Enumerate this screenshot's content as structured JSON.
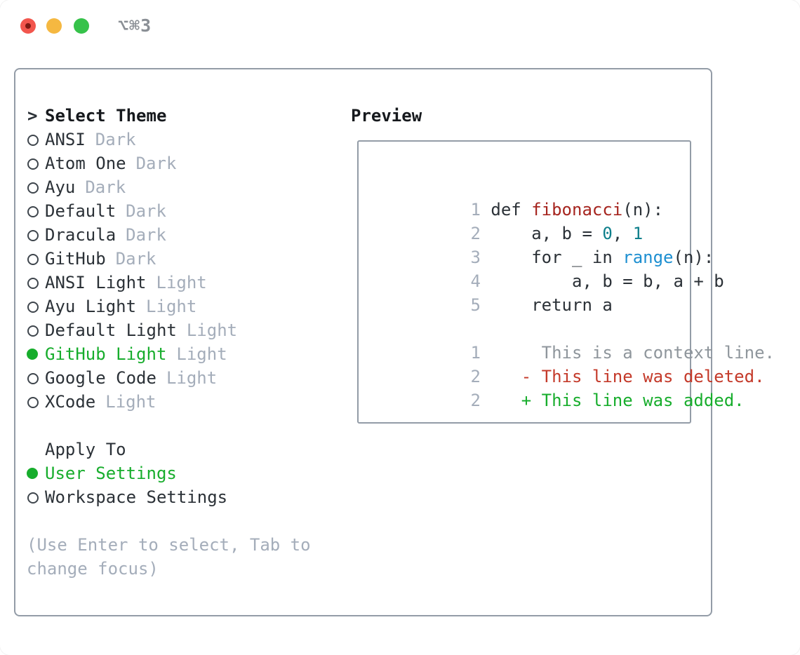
{
  "window": {
    "title": "⌥⌘3"
  },
  "theme_list": {
    "header": {
      "marker": ">",
      "label": "Select Theme"
    },
    "items": [
      {
        "name": "ANSI",
        "variant": "Dark",
        "selected": false
      },
      {
        "name": "Atom One",
        "variant": "Dark",
        "selected": false
      },
      {
        "name": "Ayu",
        "variant": "Dark",
        "selected": false
      },
      {
        "name": "Default",
        "variant": "Dark",
        "selected": false
      },
      {
        "name": "Dracula",
        "variant": "Dark",
        "selected": false
      },
      {
        "name": "GitHub",
        "variant": "Dark",
        "selected": false
      },
      {
        "name": "ANSI Light",
        "variant": "Light",
        "selected": false
      },
      {
        "name": "Ayu Light",
        "variant": "Light",
        "selected": false
      },
      {
        "name": "Default Light",
        "variant": "Light",
        "selected": false
      },
      {
        "name": "GitHub Light",
        "variant": "Light",
        "selected": true
      },
      {
        "name": "Google Code",
        "variant": "Light",
        "selected": false
      },
      {
        "name": "XCode",
        "variant": "Light",
        "selected": false
      }
    ]
  },
  "apply_to": {
    "header": "Apply To",
    "options": [
      {
        "label": "User Settings",
        "selected": true
      },
      {
        "label": "Workspace Settings",
        "selected": false
      }
    ]
  },
  "help_text": {
    "line1": "(Use Enter to select, Tab to",
    "line2": "change focus)"
  },
  "preview": {
    "header": "Preview",
    "lines": [
      {
        "tokens": [
          {
            "t": "1",
            "c": "ln"
          },
          {
            "t": " def ",
            "c": "fg"
          },
          {
            "t": "fibonacci",
            "c": "fn"
          },
          {
            "t": "(n):",
            "c": "fg"
          }
        ]
      },
      {
        "tokens": [
          {
            "t": "2",
            "c": "ln"
          },
          {
            "t": "     a, b = ",
            "c": "fg"
          },
          {
            "t": "0",
            "c": "num"
          },
          {
            "t": ", ",
            "c": "fg"
          },
          {
            "t": "1",
            "c": "num"
          }
        ]
      },
      {
        "tokens": [
          {
            "t": "3",
            "c": "ln"
          },
          {
            "t": "     for _ in ",
            "c": "fg"
          },
          {
            "t": "range",
            "c": "blue"
          },
          {
            "t": "(n):",
            "c": "fg"
          }
        ]
      },
      {
        "tokens": [
          {
            "t": "4",
            "c": "ln"
          },
          {
            "t": "         a, b = b, a + b",
            "c": "fg"
          }
        ]
      },
      {
        "tokens": [
          {
            "t": "5",
            "c": "ln"
          },
          {
            "t": "     return a",
            "c": "fg"
          }
        ]
      },
      {
        "tokens": []
      },
      {
        "tokens": [
          {
            "t": "1",
            "c": "ln"
          },
          {
            "t": "      This is a context line.",
            "c": "ctx"
          }
        ]
      },
      {
        "tokens": [
          {
            "t": "2",
            "c": "ln"
          },
          {
            "t": "    - This line was deleted.",
            "c": "del"
          }
        ]
      },
      {
        "tokens": [
          {
            "t": "2",
            "c": "ln"
          },
          {
            "t": "    + This line was added.",
            "c": "add"
          }
        ]
      }
    ]
  },
  "colors": {
    "fg": "#2b3137",
    "muted": "#a4adba",
    "ctx": "#8f969c",
    "green": "#17ad2c",
    "red": "#c43a2a",
    "fn": "#a6251f",
    "num": "#0e7f8b",
    "blue": "#1d8fd1",
    "border": "#939ca7",
    "radio": "#3e454c",
    "titlegray": "#8a8f95",
    "tl_red": "#f2564d",
    "tl_red_dot": "#7e1a13",
    "tl_yellow": "#f5b841",
    "tl_green": "#36c24a"
  }
}
